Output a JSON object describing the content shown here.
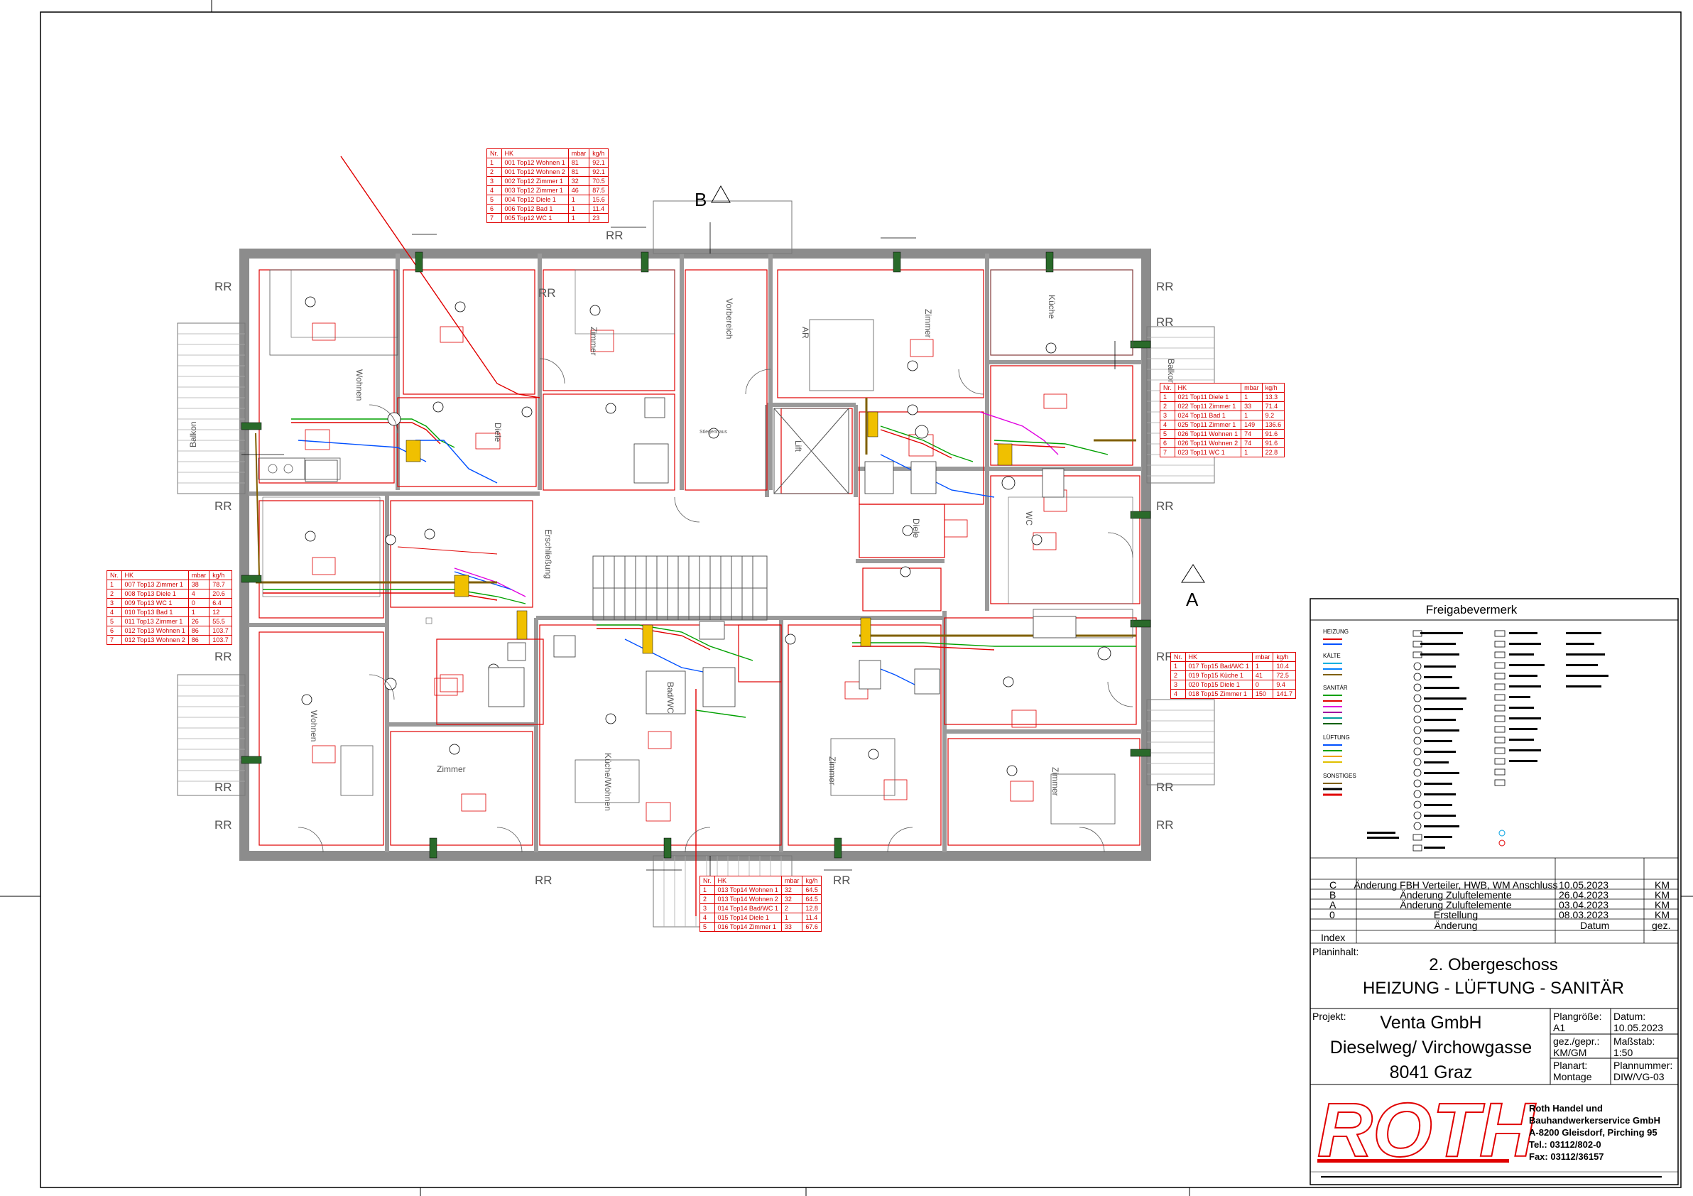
{
  "colors": {
    "wall": "#8c8c8c",
    "red": "#e00000",
    "green": "#00a000",
    "blue": "#0050ff",
    "magenta": "#e000e0",
    "brand": "#e00000"
  },
  "section_markers": {
    "b": "B",
    "a": "A"
  },
  "room_labels": [
    "Wohnen",
    "Zimmer",
    "Vorbereich",
    "Zimmer",
    "Küche",
    "Diele",
    "Lift",
    "AR",
    "WC",
    "Diele",
    "Bad/WC",
    "Stiegenhaus",
    "Erschließung",
    "Wohnen",
    "Zimmer",
    "Küche/Wohnen",
    "Zimmer",
    "Zimmer",
    "Balkon",
    "Balkon"
  ],
  "rr_labels": [
    "RR",
    "RR",
    "RR",
    "RR",
    "RR",
    "RR",
    "RR",
    "RR",
    "RR",
    "RR",
    "RR",
    "RR",
    "RR",
    "RR",
    "RR"
  ],
  "hk_tables": {
    "top12": {
      "header": [
        "Nr.",
        "HK",
        "mbar",
        "kg/h"
      ],
      "rows": [
        [
          "1",
          "001  Top12 Wohnen 1",
          "81",
          "92.1"
        ],
        [
          "2",
          "001  Top12 Wohnen 2",
          "81",
          "92.1"
        ],
        [
          "3",
          "002  Top12 Zimmer 1",
          "32",
          "70.5"
        ],
        [
          "4",
          "003  Top12 Zimmer 1",
          "46",
          "87.5"
        ],
        [
          "5",
          "004  Top12 Diele 1",
          "1",
          "15.6"
        ],
        [
          "6",
          "006  Top12 Bad 1",
          "1",
          "11.4"
        ],
        [
          "7",
          "005  Top12 WC 1",
          "1",
          "23"
        ]
      ]
    },
    "top11": {
      "header": [
        "Nr.",
        "HK",
        "mbar",
        "kg/h"
      ],
      "rows": [
        [
          "1",
          "021  Top11 Diele 1",
          "1",
          "13.3"
        ],
        [
          "2",
          "022  Top11 Zimmer 1",
          "33",
          "71.4"
        ],
        [
          "3",
          "024  Top11 Bad 1",
          "1",
          "9.2"
        ],
        [
          "4",
          "025  Top11 Zimmer 1",
          "149",
          "136.6"
        ],
        [
          "5",
          "026  Top11 Wohnen 1",
          "74",
          "91.6"
        ],
        [
          "6",
          "026  Top11 Wohnen 2",
          "74",
          "91.6"
        ],
        [
          "7",
          "023  Top11 WC 1",
          "1",
          "22.8"
        ]
      ]
    },
    "top13": {
      "header": [
        "Nr.",
        "HK",
        "mbar",
        "kg/h"
      ],
      "rows": [
        [
          "1",
          "007  Top13 Zimmer 1",
          "38",
          "78.7"
        ],
        [
          "2",
          "008  Top13 Diele 1",
          "4",
          "20.6"
        ],
        [
          "3",
          "009  Top13 WC 1",
          "0",
          "6.4"
        ],
        [
          "4",
          "010  Top13 Bad 1",
          "1",
          "12"
        ],
        [
          "5",
          "011  Top13 Zimmer 1",
          "26",
          "55.5"
        ],
        [
          "6",
          "012  Top13 Wohnen 1",
          "86",
          "103.7"
        ],
        [
          "7",
          "012  Top13 Wohnen 2",
          "86",
          "103.7"
        ]
      ]
    },
    "top15": {
      "header": [
        "Nr.",
        "HK",
        "mbar",
        "kg/h"
      ],
      "rows": [
        [
          "1",
          "017  Top15 Bad/WC 1",
          "1",
          "10.4"
        ],
        [
          "2",
          "019  Top15 Küche 1",
          "41",
          "72.5"
        ],
        [
          "3",
          "020  Top15 Diele 1",
          "0",
          "9.4"
        ],
        [
          "4",
          "018  Top15 Zimmer 1",
          "150",
          "141.7"
        ]
      ]
    },
    "top14": {
      "header": [
        "Nr.",
        "HK",
        "mbar",
        "kg/h"
      ],
      "rows": [
        [
          "1",
          "013  Top14 Wohnen 1",
          "32",
          "64.5"
        ],
        [
          "2",
          "013  Top14 Wohnen 2",
          "32",
          "64.5"
        ],
        [
          "3",
          "014  Top14 Bad/WC 1",
          "2",
          "12.8"
        ],
        [
          "4",
          "015  Top14 Diele 1",
          "1",
          "11.4"
        ],
        [
          "5",
          "016  Top14 Zimmer 1",
          "33",
          "67.6"
        ]
      ]
    }
  },
  "legend": {
    "title": "Freigabevermerk",
    "groups": {
      "heizung": "HEIZUNG",
      "kaelte": "KÄLTE",
      "sanitaer": "SANITÄR",
      "lueftung": "LÜFTUNG",
      "sonstiges": "SONSTIGES"
    }
  },
  "revisions": {
    "rows": [
      {
        "index": "C",
        "change": "Änderung FBH Verteiler, HWB, WM Anschluss",
        "date": "10.05.2023",
        "by": "KM"
      },
      {
        "index": "B",
        "change": "Änderung Zuluftelemente",
        "date": "26.04.2023",
        "by": "KM"
      },
      {
        "index": "A",
        "change": "Änderung Zuluftelemente",
        "date": "03.04.2023",
        "by": "KM"
      },
      {
        "index": "0",
        "change": "Erstellung",
        "date": "08.03.2023",
        "by": "KM"
      }
    ],
    "header": {
      "index": "Index",
      "change": "Änderung",
      "date": "Datum",
      "by": "gez."
    }
  },
  "title_block": {
    "planinhalt_label": "Planinhalt:",
    "title_line1": "2. Obergeschoss",
    "title_line2": "HEIZUNG - LÜFTUNG - SANITÄR",
    "projekt_label": "Projekt:",
    "project_line1": "Venta GmbH",
    "project_line2": "Dieselweg/ Virchowgasse",
    "project_line3": "8041 Graz",
    "plangroesse_label": "Plangröße:",
    "plangroesse": "A1",
    "datum_label": "Datum:",
    "datum": "10.05.2023",
    "gez_label": "gez./gepr.:",
    "gez": "KM/GM",
    "massstab_label": "Maßstab:",
    "massstab": "1:50",
    "planart_label": "Planart:",
    "planart": "Montage",
    "plannummer_label": "Plannummer:",
    "plannummer": "DIW/VG-03"
  },
  "company": {
    "logo": "ROTH",
    "name_line1": "Roth Handel und",
    "name_line2": "Bauhandwerkerservice GmbH",
    "address": "A-8200 Gleisdorf, Pirching 95",
    "tel": "Tel.: 03112/802-0",
    "fax": "Fax: 03112/36157"
  }
}
